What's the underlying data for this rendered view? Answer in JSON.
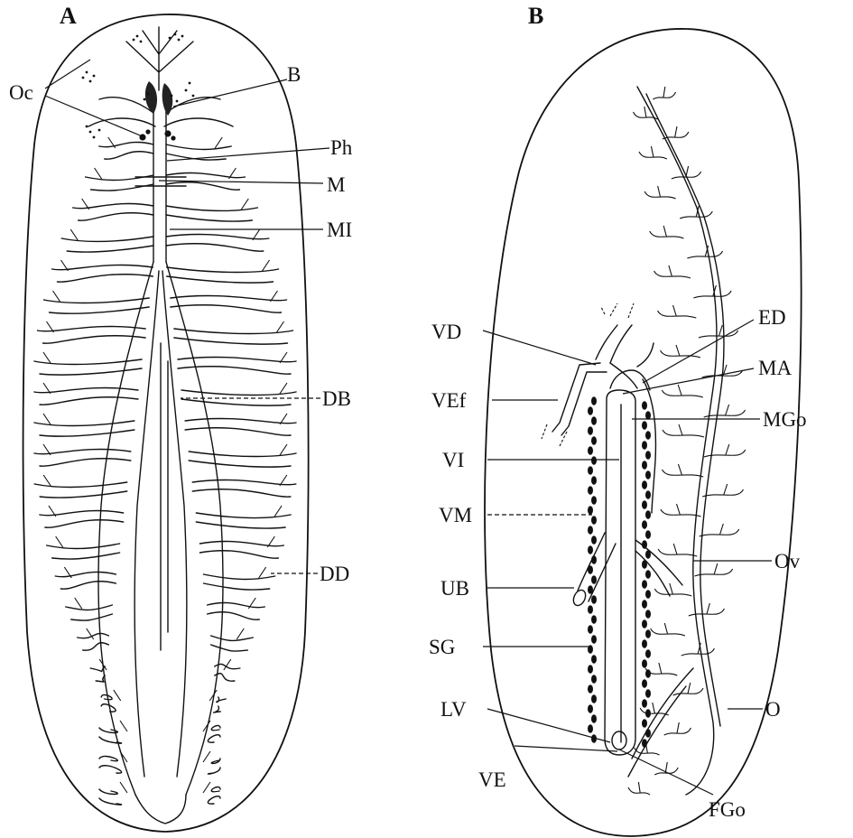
{
  "panels": {
    "a": {
      "letter": "A",
      "labels": {
        "oc": "Oc",
        "b": "B",
        "ph": "Ph",
        "m": "M",
        "mi": "MI",
        "db": "DB",
        "dd": "DD"
      }
    },
    "b": {
      "letter": "B",
      "labels": {
        "vd": "VD",
        "ed": "ED",
        "ma": "MA",
        "vef": "VEf",
        "mgo": "MGo",
        "vi": "VI",
        "vm": "VM",
        "ov": "Ov",
        "ub": "UB",
        "sg": "SG",
        "lv": "LV",
        "o": "O",
        "ve": "VE",
        "fgo": "FGo"
      }
    }
  }
}
